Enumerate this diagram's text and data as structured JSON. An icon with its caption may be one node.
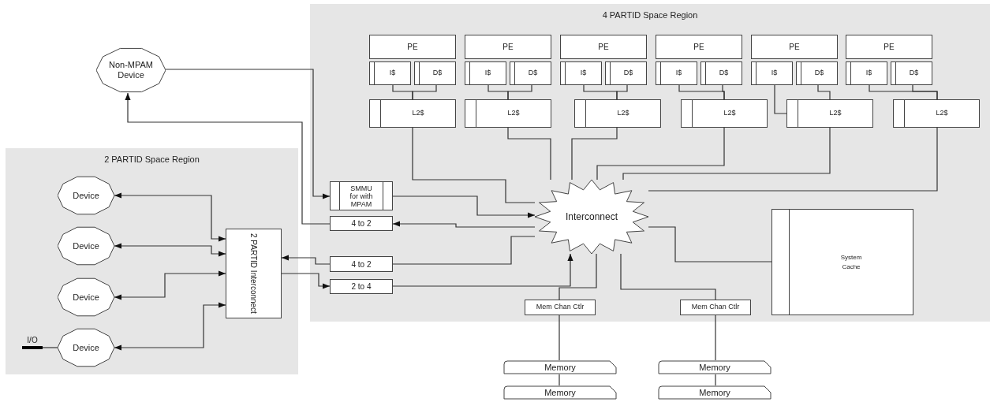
{
  "diagram": {
    "nodes": [
      {
        "text": [
          "4 PARTID Space Region"
        ]
      },
      {
        "text": [
          "PE"
        ],
        "in": 0
      },
      {
        "text": [
          "I$"
        ],
        "in": 0
      },
      {
        "text": [
          "D$"
        ],
        "in": 0
      },
      {
        "text": [
          "L2$"
        ],
        "in": 0
      },
      {
        "text": [
          "PE"
        ],
        "in": 0
      },
      {
        "text": [
          "I$"
        ],
        "in": 0
      },
      {
        "text": [
          "D$"
        ],
        "in": 0
      },
      {
        "text": [
          "L2$"
        ],
        "in": 0
      },
      {
        "text": [
          "PE"
        ],
        "in": 0
      },
      {
        "text": [
          "I$"
        ],
        "in": 0
      },
      {
        "text": [
          "D$"
        ],
        "in": 0
      },
      {
        "text": [
          "L2$"
        ],
        "in": 0
      },
      {
        "text": [
          "PE"
        ],
        "in": 0
      },
      {
        "text": [
          "I$"
        ],
        "in": 0
      },
      {
        "text": [
          "D$"
        ],
        "in": 0
      },
      {
        "text": [
          "L2$"
        ],
        "in": 0
      },
      {
        "text": [
          "PE"
        ],
        "in": 0
      },
      {
        "text": [
          "I$"
        ],
        "in": 0
      },
      {
        "text": [
          "D$"
        ],
        "in": 0
      },
      {
        "text": [
          "L2$"
        ],
        "in": 0
      },
      {
        "text": [
          "PE"
        ],
        "in": 0
      },
      {
        "text": [
          "I$"
        ],
        "in": 0
      },
      {
        "text": [
          "D$"
        ],
        "in": 0
      },
      {
        "text": [
          "L2$"
        ],
        "in": 0
      },
      {
        "text": [
          "Interconnect"
        ],
        "in": 0
      },
      {
        "text": [
          "SMMU for with MPAM"
        ],
        "in": 0
      },
      {
        "text": [
          "4 to 2"
        ],
        "in": 0
      },
      {
        "text": [
          "4 to 2"
        ],
        "in": 0
      },
      {
        "text": [
          "2 to 4"
        ],
        "in": 0
      },
      {
        "text": [
          "System Cache"
        ],
        "in": 0
      },
      {
        "text": [
          "Mem Chan Ctlr"
        ],
        "in": 0
      },
      {
        "text": [
          "Mem Chan Ctlr"
        ],
        "in": 0
      },
      {
        "text": [
          "Non-MPAM Device"
        ]
      },
      {
        "text": [
          "2 PARTID Space Region"
        ]
      },
      {
        "text": [
          "2 PARTID Interconnect"
        ],
        "in": 34
      },
      {
        "text": [
          "Device"
        ],
        "in": 34
      },
      {
        "text": [
          "Device"
        ],
        "in": 34
      },
      {
        "text": [
          "Device"
        ],
        "in": 34
      },
      {
        "text": [
          "Device"
        ],
        "in": 34
      },
      {
        "text": [
          "I/O"
        ],
        "in": 34
      },
      {
        "text": [
          "Memory"
        ]
      },
      {
        "text": [
          "Memory"
        ]
      },
      {
        "text": [
          "Memory"
        ]
      },
      {
        "text": [
          "Memory"
        ]
      }
    ],
    "edges": [
      {
        "from": 2,
        "to": 4,
        "arrow": "none"
      },
      {
        "from": 3,
        "to": 4,
        "arrow": "none"
      },
      {
        "from": 6,
        "to": 8,
        "arrow": "none"
      },
      {
        "from": 7,
        "to": 8,
        "arrow": "none"
      },
      {
        "from": 10,
        "to": 12,
        "arrow": "none"
      },
      {
        "from": 11,
        "to": 12,
        "arrow": "none"
      },
      {
        "from": 14,
        "to": 16,
        "arrow": "none"
      },
      {
        "from": 15,
        "to": 16,
        "arrow": "none"
      },
      {
        "from": 18,
        "to": 20,
        "arrow": "none"
      },
      {
        "from": 19,
        "to": 20,
        "arrow": "none"
      },
      {
        "from": 22,
        "to": 24,
        "arrow": "none"
      },
      {
        "from": 23,
        "to": 24,
        "arrow": "none"
      },
      {
        "from": 4,
        "to": 25,
        "arrow": "none"
      },
      {
        "from": 8,
        "to": 25,
        "arrow": "none"
      },
      {
        "from": 12,
        "to": 25,
        "arrow": "none"
      },
      {
        "from": 16,
        "to": 25,
        "arrow": "none"
      },
      {
        "from": 20,
        "to": 25,
        "arrow": "none"
      },
      {
        "from": 24,
        "to": 25,
        "arrow": "none"
      },
      {
        "from": 26,
        "to": 25,
        "arrow": "to"
      },
      {
        "from": 25,
        "to": 27,
        "arrow": "to"
      },
      {
        "from": 25,
        "to": 28,
        "arrow": "none"
      },
      {
        "from": 28,
        "to": 35,
        "arrow": "to"
      },
      {
        "from": 35,
        "to": 29,
        "arrow": "to"
      },
      {
        "from": 29,
        "to": 25,
        "arrow": "to"
      },
      {
        "from": 33,
        "to": 26,
        "arrow": "to"
      },
      {
        "from": 27,
        "to": 33,
        "arrow": "to"
      },
      {
        "from": 25,
        "to": 30,
        "arrow": "none"
      },
      {
        "from": 25,
        "to": 31,
        "arrow": "none"
      },
      {
        "from": 25,
        "to": 32,
        "arrow": "none"
      },
      {
        "from": 31,
        "to": 41,
        "arrow": "none"
      },
      {
        "from": 41,
        "to": 42,
        "arrow": "none"
      },
      {
        "from": 32,
        "to": 43,
        "arrow": "none"
      },
      {
        "from": 43,
        "to": 44,
        "arrow": "none"
      },
      {
        "from": 36,
        "to": 35,
        "arrow": "both"
      },
      {
        "from": 37,
        "to": 35,
        "arrow": "both"
      },
      {
        "from": 38,
        "to": 35,
        "arrow": "both"
      },
      {
        "from": 39,
        "to": 35,
        "arrow": "both"
      },
      {
        "from": 40,
        "to": 39,
        "arrow": "none"
      }
    ]
  }
}
